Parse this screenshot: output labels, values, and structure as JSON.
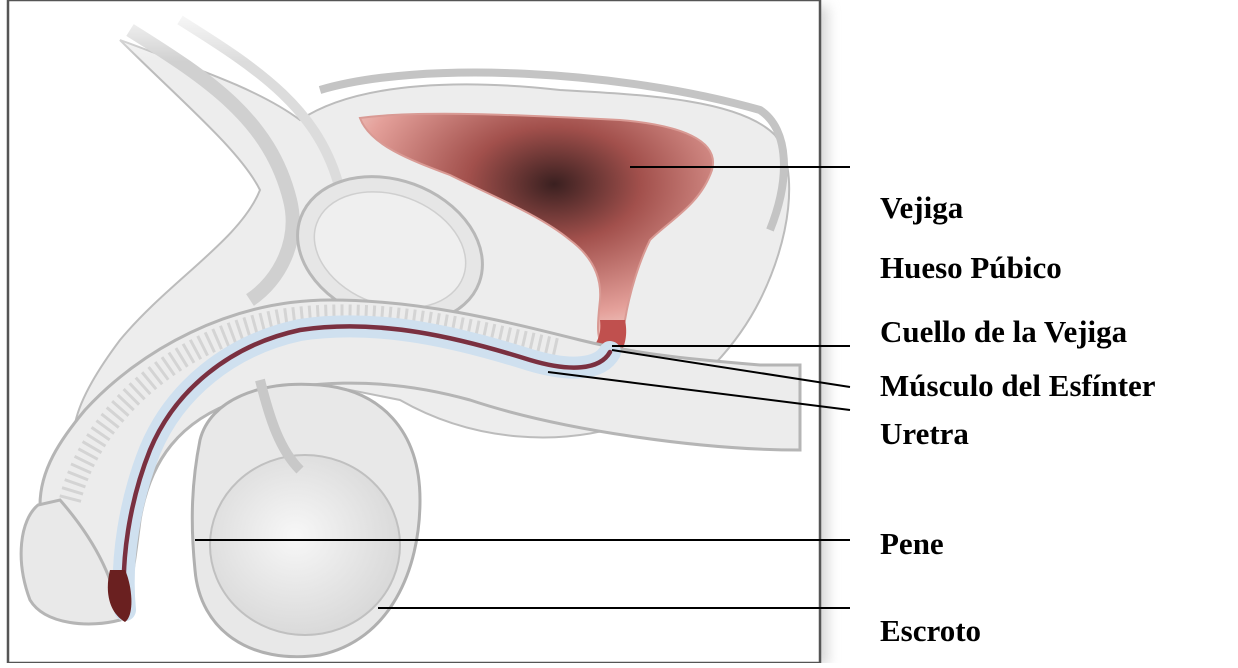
{
  "labels": {
    "bladder": "Vejiga",
    "pubic_bone": "Hueso Púbico",
    "bladder_neck": "Cuello de la Vejiga",
    "sphincter": "Músculo del  Esfínter",
    "urethra": "Uretra",
    "penis": "Pene",
    "scrotum": "Escroto"
  },
  "colors": {
    "frame": "#555555",
    "tissue": "#e8e8e8",
    "outline": "#b8b8b8",
    "bladder_fill": "#c86a66",
    "bladder_dark": "#4a2a2a",
    "urethra": "#7a3040",
    "urethra_halo": "#cfe0ef",
    "leader": "#000000"
  }
}
